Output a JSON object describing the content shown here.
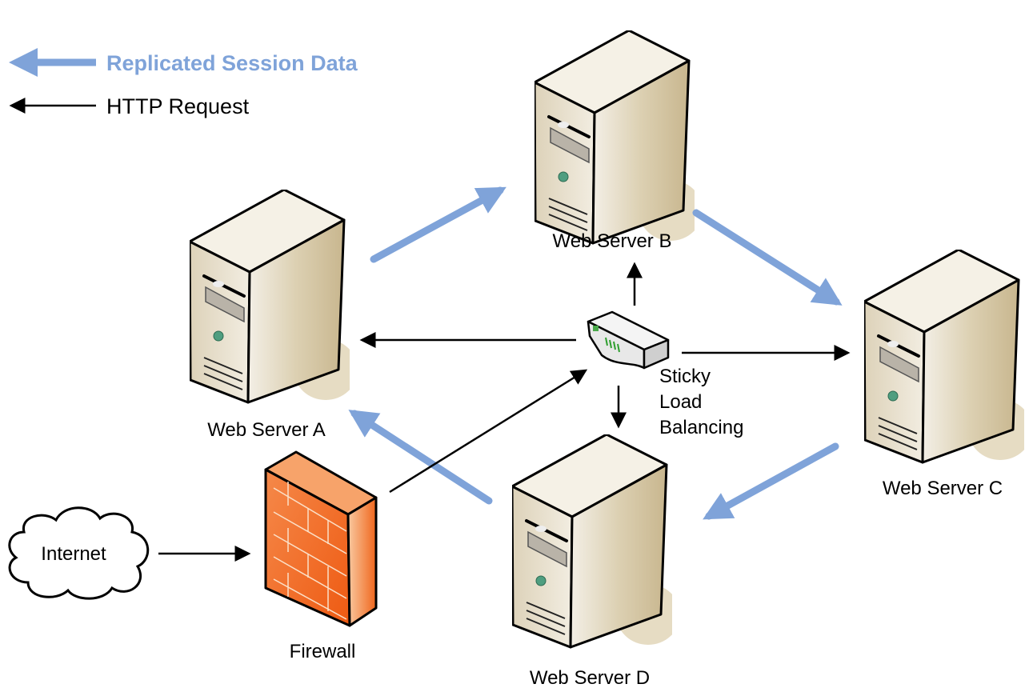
{
  "legend": {
    "replicated_label": "Replicated Session Data",
    "http_label": "HTTP Request"
  },
  "nodes": {
    "server_a": "Web Server A",
    "server_b": "Web Server B",
    "server_c": "Web Server C",
    "server_d": "Web Server D",
    "firewall": "Firewall",
    "internet": "Internet",
    "load_balancer": [
      "Sticky",
      "Load",
      "Balancing"
    ]
  },
  "colors": {
    "replication_arrow": "#7fa3d9",
    "http_arrow": "#000000",
    "server_body": "#e3d9c2",
    "firewall": "#f26b1d"
  }
}
